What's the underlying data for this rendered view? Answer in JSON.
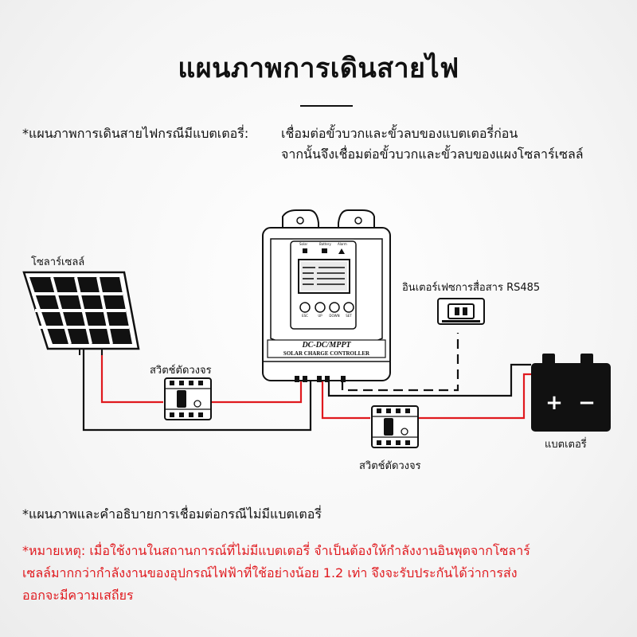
{
  "title": "แผนภาพการเดินสายไฟ",
  "note_with_battery": {
    "lead": "*แผนภาพการเดินสายไฟกรณีมีแบตเตอรี่:",
    "line1": "เชื่อมต่อขั้วบวกและขั้วลบของแบตเตอรี่ก่อน",
    "line2": "จากนั้นจึงเชื่อมต่อขั้วบวกและขั้วลบของแผงโซลาร์เซลล์"
  },
  "labels": {
    "solar_panel": "โซลาร์เซลล์",
    "breaker_top": "สวิตช์ตัดวงจร",
    "breaker_bottom": "สวิตช์ตัดวงจร",
    "rs485": "อินเตอร์เฟซการสื่อสาร RS485",
    "battery": "แบตเตอรี่"
  },
  "controller": {
    "brand_line": "DC-DC/MPPT",
    "subtitle": "SOLAR CHARGE CONTROLLER",
    "indicators": [
      "Solar",
      "Battery",
      "Alarm"
    ],
    "buttons": [
      "ESC",
      "UP",
      "DOWN",
      "SET"
    ]
  },
  "battery_symbols": {
    "plus": "+",
    "minus": "−"
  },
  "note_without_battery": "*แผนภาพและคำอธิบายการเชื่อมต่อกรณีไม่มีแบตเตอรี่",
  "remark": {
    "line1": "*หมายเหตุ: เมื่อใช้งานในสถานการณ์ที่ไม่มีแบตเตอรี่ จำเป็นต้องให้กำลังงานอินพุตจากโซลาร์",
    "line2": "เซลล์มากกว่ากำลังงานของอุปกรณ์ไฟฟ้าที่ใช้อย่างน้อย 1.2 เท่า จึงจะรับประกันได้ว่าการส่ง",
    "line3": "ออกจะมีความเสถียร"
  },
  "colors": {
    "positive_wire": "#e0191e",
    "negative_wire": "#111111",
    "remark_text": "#e0191e"
  }
}
